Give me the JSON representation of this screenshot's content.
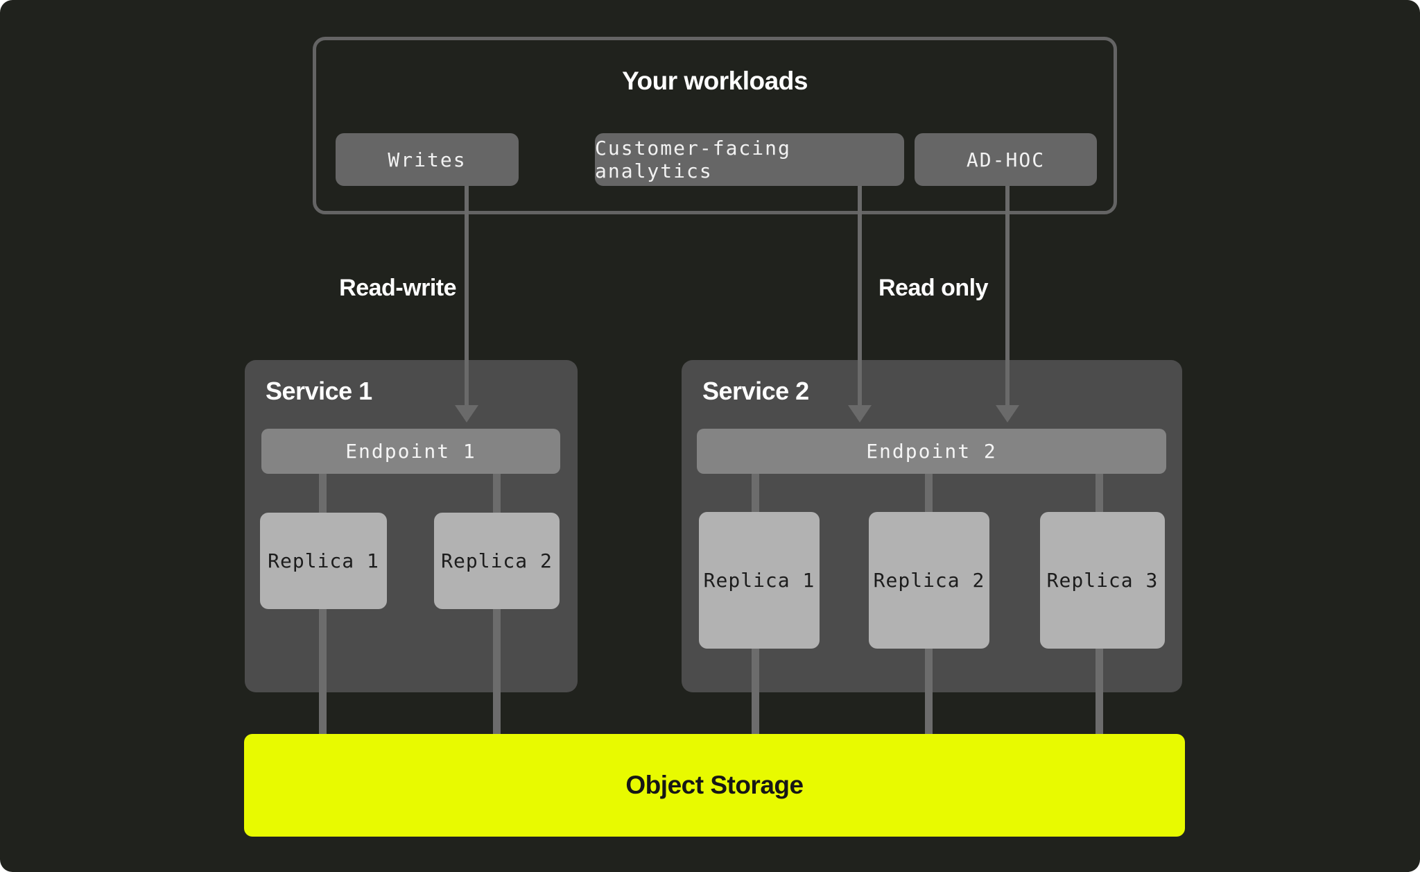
{
  "workloads": {
    "title": "Your workloads",
    "items": [
      {
        "label": "Writes"
      },
      {
        "label": "Customer-facing analytics"
      },
      {
        "label": "AD-HOC"
      }
    ]
  },
  "flows": {
    "read_write_label": "Read-write",
    "read_only_label": "Read only"
  },
  "services": [
    {
      "name": "Service 1",
      "endpoint": "Endpoint 1",
      "replicas": [
        "Replica 1",
        "Replica 2"
      ]
    },
    {
      "name": "Service 2",
      "endpoint": "Endpoint 2",
      "replicas": [
        "Replica 1",
        "Replica 2",
        "Replica 3"
      ]
    }
  ],
  "storage": {
    "label": "Object Storage"
  },
  "colors": {
    "background": "#20221d",
    "panel": "#4c4c4c",
    "endpoint": "#848484",
    "replica": "#b2b2b2",
    "line": "#6a6a6a",
    "accent": "#e8fa00",
    "text_light": "#ffffff",
    "text_dark": "#1c1c1c"
  }
}
